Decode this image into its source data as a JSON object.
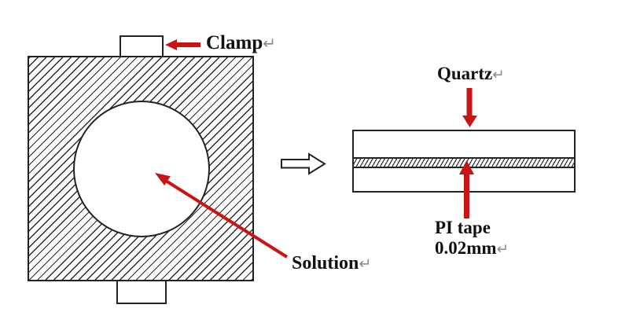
{
  "diagram": {
    "kind": "experimental-setup-schematic",
    "colors": {
      "arrow_red": "#c81414",
      "outline_black": "#222222",
      "return_mark_gray": "#8a8a8a"
    },
    "labels": {
      "clamp": "Clamp",
      "solution": "Solution",
      "quartz": "Quartz",
      "pi_tape_line1": "PI tape",
      "pi_tape_line2": "0.02mm"
    },
    "marks": {
      "return": "↵"
    }
  }
}
